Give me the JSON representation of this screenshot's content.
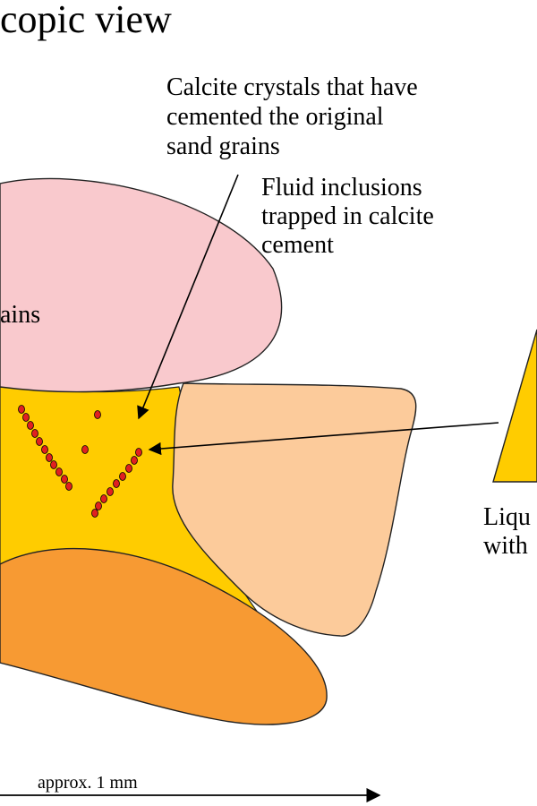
{
  "title": "copic view",
  "labels": {
    "calcite_crystals": [
      "Calcite crystals that have",
      "cemented the original",
      "sand grains"
    ],
    "fluid_inclusions": [
      "Fluid inclusions",
      "trapped in calcite",
      "cement"
    ],
    "grains_partial": "ains",
    "liquid_partial": [
      "Liqu",
      "with"
    ]
  },
  "scale_bar": {
    "label": "approx. 1 mm"
  },
  "colors": {
    "pink_grain": "#F9C9CD",
    "calcite_cement": "#FFCC00",
    "peach_grain": "#FCCB9B",
    "orange_grain": "#F79A33",
    "inclusion_dot": "#E02020",
    "outline": "#222222"
  }
}
